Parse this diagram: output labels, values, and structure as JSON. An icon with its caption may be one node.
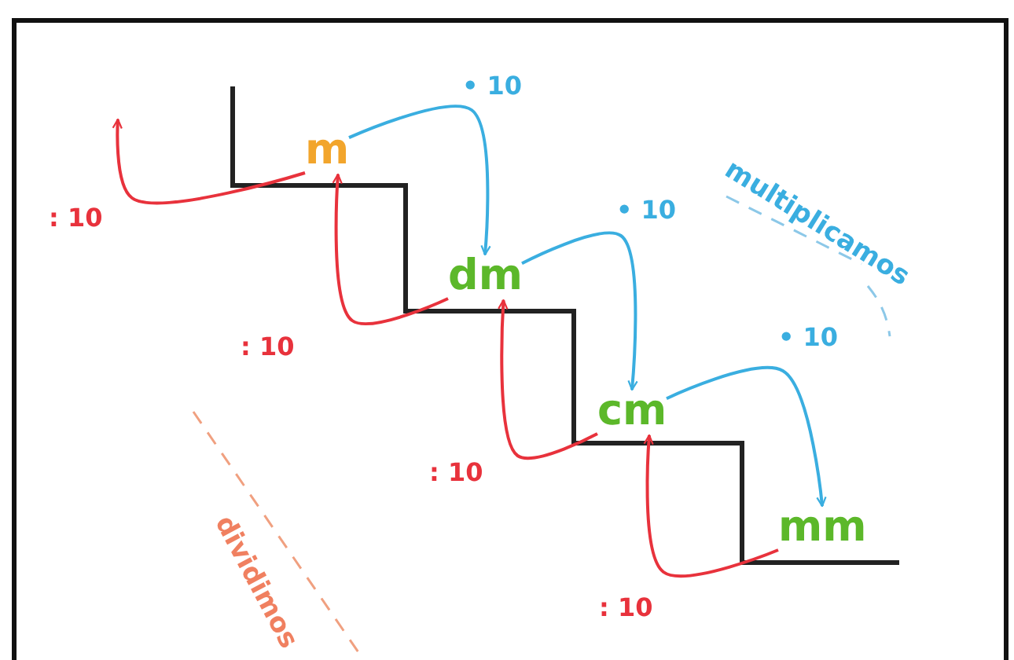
{
  "diagram": {
    "nodes": [
      {
        "text": [
          "m"
        ]
      },
      {
        "text": [
          "dm"
        ]
      },
      {
        "text": [
          "cm"
        ]
      },
      {
        "text": [
          "mm"
        ]
      }
    ],
    "edges": [
      {
        "from": 0,
        "to": 1,
        "arrow": "to",
        "label": "• 10",
        "color": "#3aaee0"
      },
      {
        "from": 1,
        "to": 2,
        "arrow": "to",
        "label": "• 10",
        "color": "#3aaee0"
      },
      {
        "from": 2,
        "to": 3,
        "arrow": "to",
        "label": "• 10",
        "color": "#3aaee0"
      },
      {
        "from": 3,
        "to": 2,
        "arrow": "to",
        "label": ": 10",
        "color": "#e8323c"
      },
      {
        "from": 2,
        "to": 1,
        "arrow": "to",
        "label": ": 10",
        "color": "#e8323c"
      },
      {
        "from": 1,
        "to": 0,
        "arrow": "to",
        "label": ": 10",
        "color": "#e8323c"
      },
      {
        "from": 0,
        "to": null,
        "arrow": "to",
        "label": ": 10",
        "color": "#e8323c"
      }
    ],
    "labels": [
      "multiplicamos",
      "dividimos"
    ]
  }
}
